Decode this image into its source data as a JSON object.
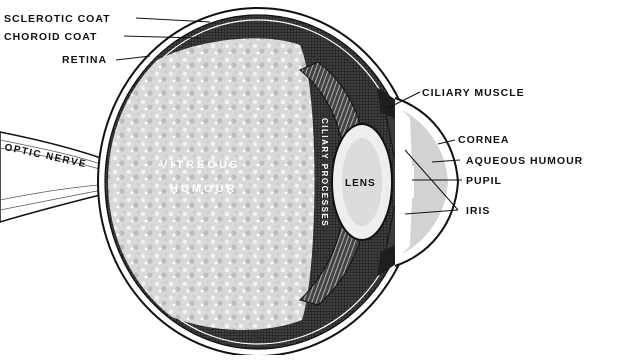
{
  "labels": {
    "sclerotic_coat": "SCLEROTIC COAT",
    "choroid_coat": "CHOROID COAT",
    "retina": "RETINA",
    "optic_nerve": "OPTIC NERVE",
    "vitreous_line1": "VITREOUS",
    "vitreous_line2": "HUMOUR",
    "ciliary_processes": "CILIARY PROCESSES",
    "lens": "LENS",
    "ciliary_muscle": "CILIARY MUSCLE",
    "cornea": "CORNEA",
    "aqueous_humour": "AQUEOUS HUMOUR",
    "pupil": "PUPIL",
    "iris": "IRIS"
  }
}
